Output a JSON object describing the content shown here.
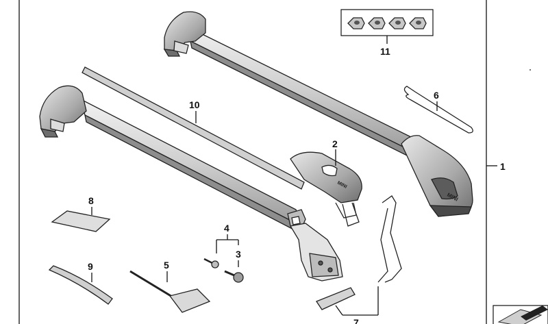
{
  "labels": {
    "n1": "1",
    "n2": "2",
    "n3": "3",
    "n4": "4",
    "n5": "5",
    "n6": "6",
    "n7": "7",
    "n8": "8",
    "n9": "9",
    "n10": "10",
    "n11": "11"
  },
  "brand_marks": {
    "foot_mark_small": "MINI",
    "foot_mark_large": "MINI"
  },
  "colors": {
    "line": "#111111",
    "metal_light": "#e6e6e6",
    "metal_mid": "#bdbdbd",
    "metal_dark": "#7a7a7a",
    "background": "#ffffff"
  }
}
